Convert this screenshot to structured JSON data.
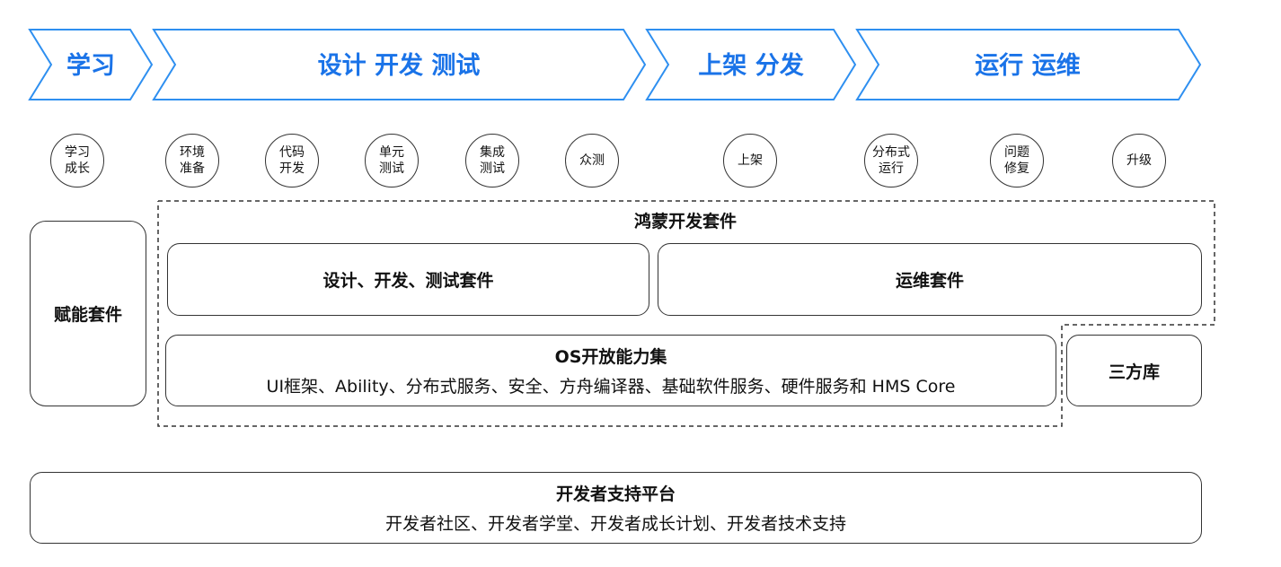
{
  "stages": [
    {
      "label": "学习"
    },
    {
      "label": "设计 开发 测试"
    },
    {
      "label": "上架 分发"
    },
    {
      "label": "运行 运维"
    }
  ],
  "steps": [
    {
      "line1": "学习",
      "line2": "成长"
    },
    {
      "line1": "环境",
      "line2": "准备"
    },
    {
      "line1": "代码",
      "line2": "开发"
    },
    {
      "line1": "单元",
      "line2": "测试"
    },
    {
      "line1": "集成",
      "line2": "测试"
    },
    {
      "line1": "众测",
      "line2": ""
    },
    {
      "line1": "上架",
      "line2": ""
    },
    {
      "line1": "分布式",
      "line2": "运行"
    },
    {
      "line1": "问题",
      "line2": "修复"
    },
    {
      "line1": "升级",
      "line2": ""
    }
  ],
  "empower": {
    "title": "赋能套件"
  },
  "harmony_kit": {
    "title": "鸿蒙开发套件"
  },
  "design_kit": {
    "title": "设计、开发、测试套件"
  },
  "ops_kit": {
    "title": "运维套件"
  },
  "os_capabilities": {
    "title": "OS开放能力集",
    "subtitle": "UI框架、Ability、分布式服务、安全、方舟编译器、基础软件服务、硬件服务和 HMS Core"
  },
  "third_party": {
    "title": "三方库"
  },
  "dev_platform": {
    "title": "开发者支持平台",
    "subtitle": "开发者社区、开发者学堂、开发者成长计划、开发者技术支持"
  },
  "colors": {
    "accent": "#1a73e8",
    "outline": "#333333"
  }
}
